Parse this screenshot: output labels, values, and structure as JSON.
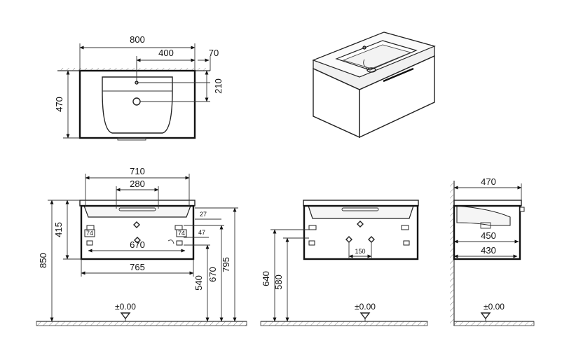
{
  "top_view": {
    "dim_width": "800",
    "dim_tap_offset": "400",
    "dim_edge": "70",
    "dim_depth": "470",
    "dim_tap_depth": "210"
  },
  "front_view": {
    "dim_inner_width": "710",
    "dim_basin_width": "280",
    "dim_height": "415",
    "dim_27": "27",
    "dim_47": "47",
    "dim_74_left": "74",
    "dim_74_right": "74",
    "dim_bracket_width": "670",
    "dim_cabinet_width": "765",
    "dim_total_height": "850",
    "dim_540": "540",
    "dim_670": "670",
    "dim_795": "795",
    "floor_label": "±0.00"
  },
  "rear_view": {
    "dim_640": "640",
    "dim_580": "580",
    "dim_150": "150",
    "floor_label": "±0.00"
  },
  "side_view": {
    "dim_depth": "470",
    "dim_450": "450",
    "dim_430": "430",
    "floor_label": "±0.00"
  }
}
